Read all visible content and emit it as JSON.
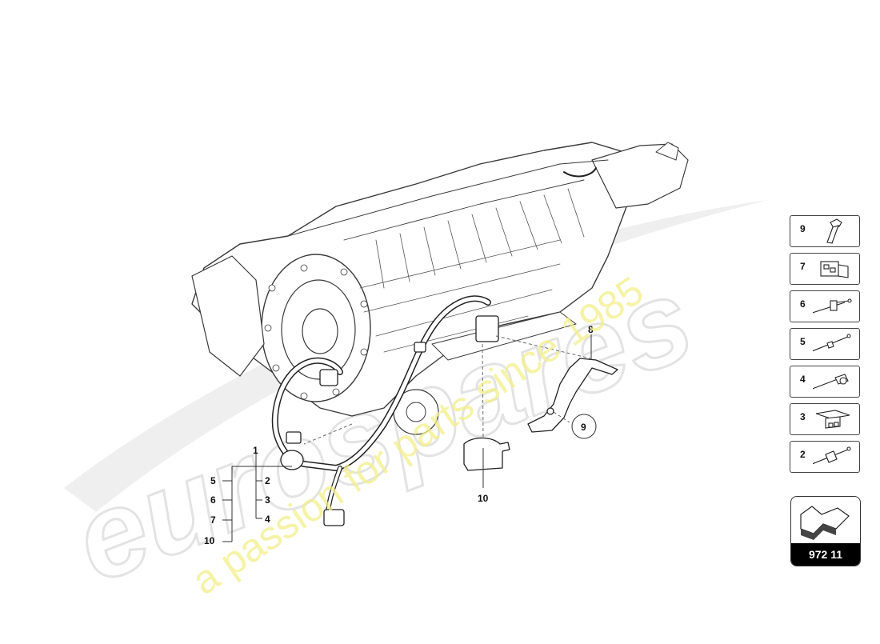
{
  "watermark": {
    "logo_text": "eurospares",
    "tagline": "a passion for parts since 1985"
  },
  "diagram": {
    "callouts": {
      "c1": "1",
      "c2": "2",
      "c3": "3",
      "c4": "4",
      "c5": "5",
      "c6": "6",
      "c7": "7",
      "c10_left": "10",
      "c8": "8",
      "c9": "9",
      "c10": "10"
    }
  },
  "sidebar": {
    "items": [
      {
        "number": "9",
        "icon": "bolt-icon"
      },
      {
        "number": "7",
        "icon": "connector-clip-icon"
      },
      {
        "number": "6",
        "icon": "cable-tie-clip-icon"
      },
      {
        "number": "5",
        "icon": "cable-tie-icon"
      },
      {
        "number": "4",
        "icon": "cable-tie-clip-icon"
      },
      {
        "number": "3",
        "icon": "bracket-clip-icon"
      },
      {
        "number": "2",
        "icon": "cable-tie-icon"
      }
    ]
  },
  "nav": {
    "page_code": "972 11",
    "icon": "arrow-icon"
  },
  "colors": {
    "line": "#222222",
    "watermark_gray": "#e6e6e6",
    "watermark_yellow": "#f2ef8a"
  }
}
